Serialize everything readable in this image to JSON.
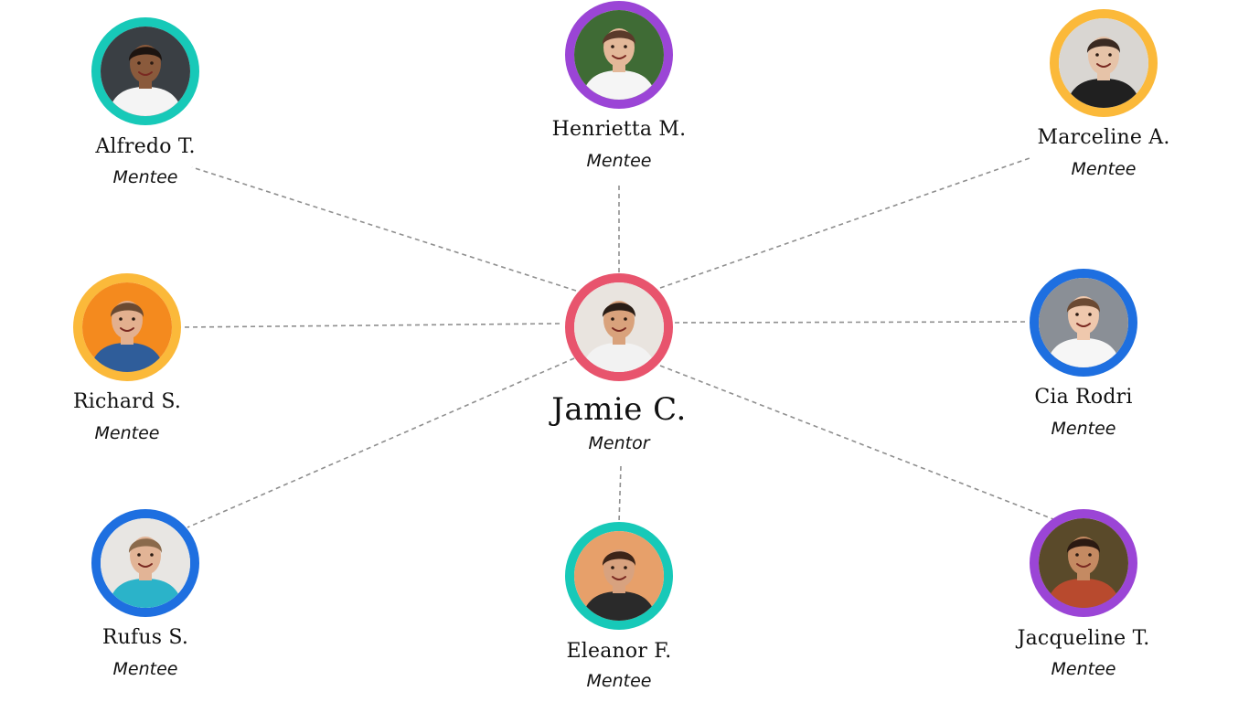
{
  "diagram": {
    "mentor": {
      "name": "Jamie C.",
      "role": "Mentor",
      "ring": "#e8546d",
      "bg": "#e9e4df",
      "skin": "#d9a27c",
      "hair": "#2a1d16",
      "shirt": "#f2f2f2"
    },
    "mentees": [
      {
        "id": "alfredo",
        "name": "Alfredo T.",
        "role": "Mentee",
        "ring": "#17c9b8",
        "bg": "#3a3f44",
        "skin": "#8a5a3c",
        "hair": "#1c1410",
        "shirt": "#f4f4f4"
      },
      {
        "id": "henrietta",
        "name": "Henrietta M.",
        "role": "Mentee",
        "ring": "#9b45d6",
        "bg": "#3f6b35",
        "skin": "#e3b899",
        "hair": "#5a3a2a",
        "shirt": "#f5f5f5"
      },
      {
        "id": "marceline",
        "name": "Marceline A.",
        "role": "Mentee",
        "ring": "#fbb93a",
        "bg": "#d9d6d2",
        "skin": "#e6c3a8",
        "hair": "#3a2a22",
        "shirt": "#202020"
      },
      {
        "id": "richard",
        "name": "Richard S.",
        "role": "Mentee",
        "ring": "#fbb93a",
        "bg": "#f48a1e",
        "skin": "#e3b08f",
        "hair": "#6a4a32",
        "shirt": "#2f5d9a"
      },
      {
        "id": "cia",
        "name": "Cia Rodri",
        "role": "Mentee",
        "ring": "#1e6fe0",
        "bg": "#8a8f96",
        "skin": "#efc8ad",
        "hair": "#6b4a33",
        "shirt": "#f6f6f6"
      },
      {
        "id": "rufus",
        "name": "Rufus S.",
        "role": "Mentee",
        "ring": "#1e6fe0",
        "bg": "#e8e6e3",
        "skin": "#e2b496",
        "hair": "#8a6a4c",
        "shirt": "#2bb3c9"
      },
      {
        "id": "eleanor",
        "name": "Eleanor F.",
        "role": "Mentee",
        "ring": "#17c9b8",
        "bg": "#e7a06a",
        "skin": "#d8a27f",
        "hair": "#3b2418",
        "shirt": "#2a2a2a"
      },
      {
        "id": "jacqueline",
        "name": "Jacqueline T.",
        "role": "Mentee",
        "ring": "#9b45d6",
        "bg": "#5a4a2a",
        "skin": "#c48a62",
        "hair": "#2b1a12",
        "shirt": "#b84a2e"
      }
    ]
  }
}
